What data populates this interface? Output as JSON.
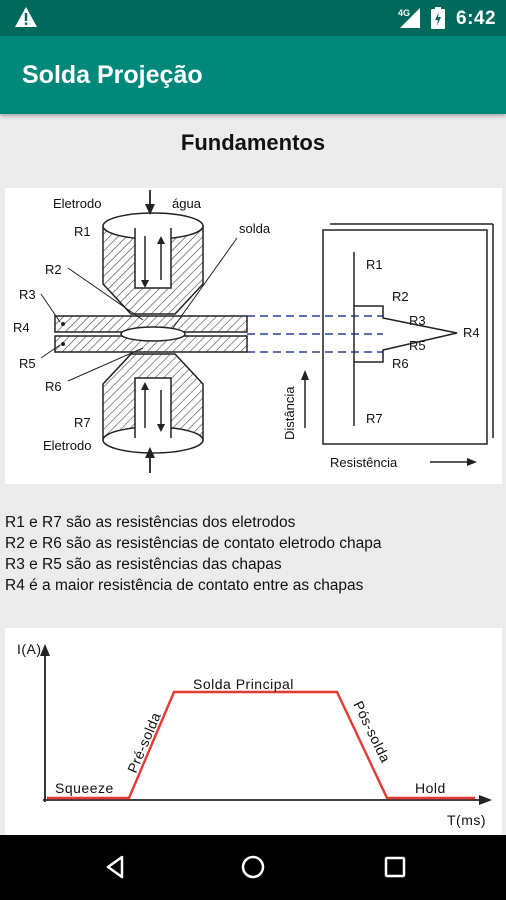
{
  "status_bar": {
    "time": "6:42",
    "network": "4G",
    "icons": [
      "warning-icon",
      "signal-icon",
      "battery-icon"
    ]
  },
  "app_bar": {
    "title": "Solda Projeção"
  },
  "main": {
    "heading": "Fundamentos",
    "diagram": {
      "labels": {
        "eletrodo_top": "Eletrodo",
        "agua": "água",
        "solda": "solda",
        "r1": "R1",
        "r2": "R2",
        "r3": "R3",
        "r4": "R4",
        "r5": "R5",
        "r6": "R6",
        "r7": "R7",
        "eletrodo_bottom": "Eletrodo",
        "distancia": "Distância",
        "resistencia": "Resistência"
      }
    },
    "description": [
      "R1 e R7 são as resistências dos eletrodos",
      "R2 e R6 são as resistências de contato eletrodo chapa",
      "R3 e R5 são as resistências das chapas",
      "R4 é a maior resistência de contato entre as chapas"
    ],
    "current_chart": {
      "y_axis": "I(A)",
      "x_axis": "T(ms)",
      "phases": {
        "squeeze": "Squeeze",
        "pre_solda": "Pré-solda",
        "solda_principal": "Solda Principal",
        "pos_solda": "Pós-solda",
        "hold": "Hold"
      }
    }
  },
  "colors": {
    "status_bar": "#00695c",
    "app_bar": "#00897b",
    "curve": "#e53935",
    "nav_bar": "#000000"
  },
  "nav_bar": {
    "icons": [
      "back-icon",
      "home-icon",
      "recents-icon"
    ]
  }
}
